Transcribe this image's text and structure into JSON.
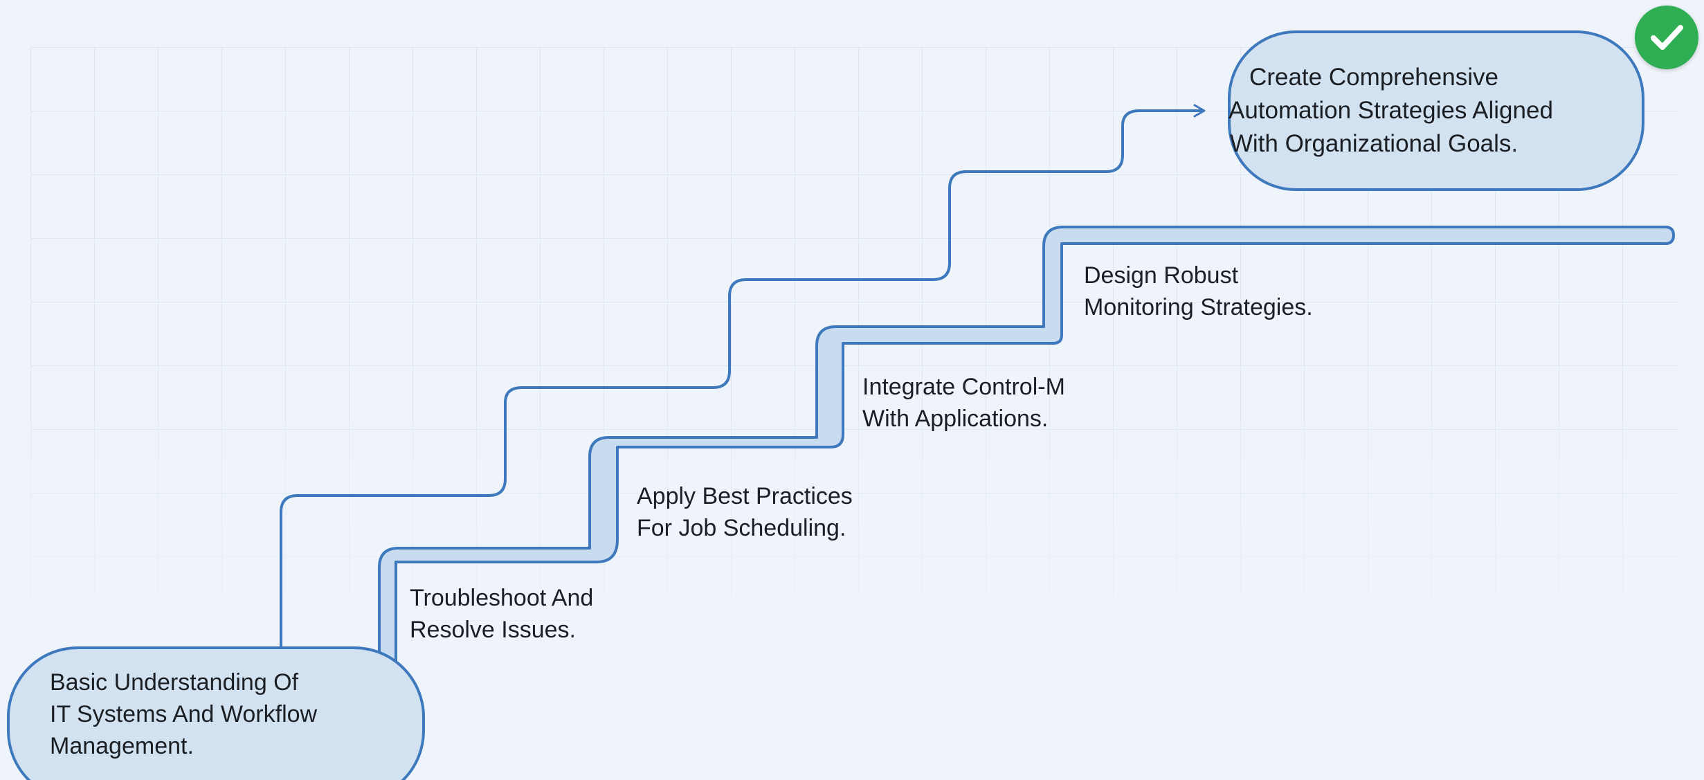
{
  "colors": {
    "background": "#eef4fa",
    "grid": "#dfe8f2",
    "stair_stroke": "#3e79bd",
    "stair_fill": "#c9dcef",
    "box_fill": "#d3e2f1",
    "text": "#1b1f24",
    "check_badge": "#2fae54"
  },
  "steps": [
    {
      "lines": [
        "Basic Understanding Of",
        "IT Systems And Workflow",
        "Management."
      ]
    },
    {
      "lines": [
        "Troubleshoot And",
        "Resolve Issues."
      ]
    },
    {
      "lines": [
        "Apply Best Practices",
        "For Job Scheduling."
      ]
    },
    {
      "lines": [
        "Integrate Control-M",
        "With Applications."
      ]
    },
    {
      "lines": [
        "Design Robust",
        "Monitoring Strategies."
      ]
    }
  ],
  "goal": {
    "lines": [
      "Create Comprehensive",
      "Automation Strategies Aligned",
      "With Organizational Goals."
    ],
    "badge_icon": "checkmark-icon"
  }
}
